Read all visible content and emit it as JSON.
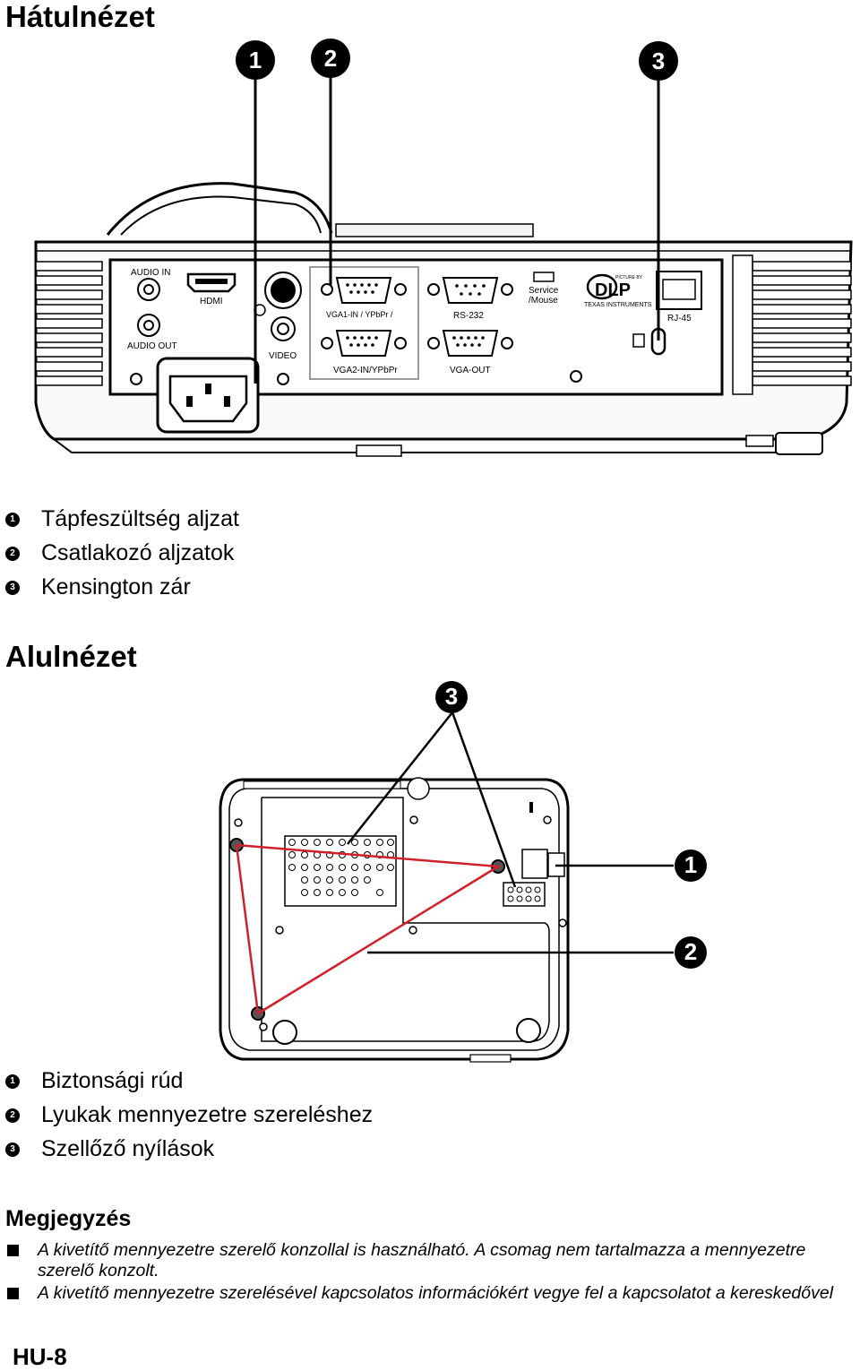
{
  "rear_view": {
    "title": "Hátulnézet",
    "callouts": [
      "1",
      "2",
      "3"
    ],
    "port_labels": {
      "audio_in": "AUDIO IN",
      "hdmi": "HDMI",
      "audio_out": "AUDIO OUT",
      "video": "VIDEO",
      "vga1": "VGA1-IN / YPbPr / ",
      "rs232": "RS-232",
      "service": "Service",
      "mouse": "/Mouse",
      "dlp_top": "PICTURE BY",
      "dlp": "DLP",
      "ti": "TEXAS INSTRUMENTS",
      "rj45": "RJ-45",
      "vga2": "VGA2-IN/YPbPr",
      "vga_out": "VGA-OUT"
    },
    "legend": [
      {
        "num": "1",
        "text": "Tápfeszültség aljzat"
      },
      {
        "num": "2",
        "text": "Csatlakozó aljzatok"
      },
      {
        "num": "3",
        "text": "Kensington zár"
      }
    ]
  },
  "bottom_view": {
    "title": "Alulnézet",
    "callouts": [
      "3",
      "1",
      "2"
    ],
    "legend": [
      {
        "num": "1",
        "text": "Biztonsági rúd"
      },
      {
        "num": "2",
        "text": "Lyukak mennyezetre szereléshez"
      },
      {
        "num": "3",
        "text": "Szellőző nyílások"
      }
    ]
  },
  "note": {
    "title": "Megjegyzés",
    "items": [
      "A kivetítő mennyezetre szerelő konzollal is használható. A csomag nem tartalmazza a mennyezetre szerelő konzolt.",
      "A kivetítő mennyezetre szerelésével kapcsolatos információkért vegye fel a kapcsolatot a kereskedővel"
    ]
  },
  "page_number": "HU-8",
  "colors": {
    "accent_line": "#d0202a"
  }
}
